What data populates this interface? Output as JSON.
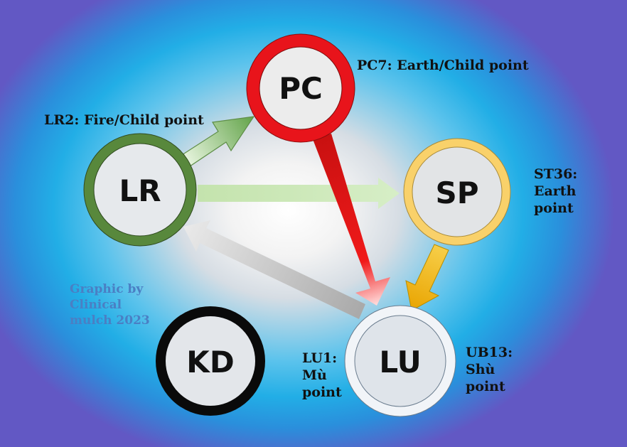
{
  "nodes": {
    "pc": {
      "label": "PC",
      "ring_color": "#e8141b"
    },
    "lr": {
      "label": "LR",
      "ring_color": "#58883c"
    },
    "sp": {
      "label": "SP",
      "ring_color": "#f9d16a"
    },
    "lu": {
      "label": "LU",
      "ring_color": "#f1f4f8"
    },
    "kd": {
      "label": "KD",
      "ring_color": "#0a0a0a"
    }
  },
  "annotations": {
    "lr2": "LR2: Fire/Child point",
    "pc7": "PC7: Earth/Child point",
    "st36": "ST36: Earth point",
    "lu1": "LU1: Mù point",
    "ub13": "UB13: Shù point"
  },
  "credit": "Graphic by Clinical mulch 2023",
  "arrows": [
    {
      "from": "lr",
      "to": "pc",
      "color": "#8fc37a"
    },
    {
      "from": "lr",
      "to": "sp",
      "color": "#c8e8b2"
    },
    {
      "from": "pc",
      "to": "lu",
      "color": "#e41a1a"
    },
    {
      "from": "sp",
      "to": "lu",
      "color": "#f3b90e"
    },
    {
      "from": "lu",
      "to": "lr",
      "color": "#c9c9c9"
    }
  ]
}
